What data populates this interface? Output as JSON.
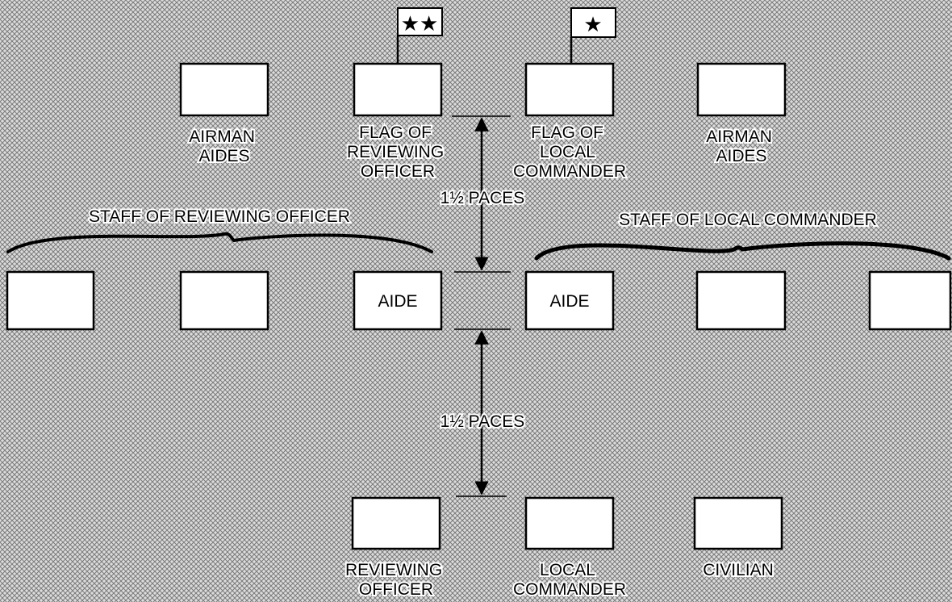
{
  "colors": {
    "background": "#dcdcdc",
    "hatch": "#7a7a7a",
    "box_fill": "#ffffff",
    "ink": "#000000"
  },
  "top_row": {
    "left_aides": {
      "lines": [
        "AIRMAN",
        "AIDES"
      ]
    },
    "reviewing_flag": {
      "lines": [
        "FLAG OF",
        "REVIEWING",
        "OFFICER"
      ],
      "pennant": "★★"
    },
    "local_flag": {
      "lines": [
        "FLAG OF",
        "LOCAL",
        "COMMANDER"
      ],
      "pennant": "★"
    },
    "right_aides": {
      "lines": [
        "AIRMAN",
        "AIDES"
      ]
    }
  },
  "staff": {
    "reviewing": "STAFF OF REVIEWING OFFICER",
    "local": "STAFF OF LOCAL COMMANDER"
  },
  "middle_row": {
    "left_aide": "AIDE",
    "right_aide": "AIDE"
  },
  "spacing": {
    "upper": "1½ PACES",
    "lower": "1½ PACES"
  },
  "bottom_row": {
    "reviewing_officer": {
      "lines": [
        "REVIEWING",
        "OFFICER"
      ]
    },
    "local_commander": {
      "lines": [
        "LOCAL",
        "COMMANDER"
      ]
    },
    "civilian": {
      "lines": [
        "CIVILIAN"
      ]
    }
  }
}
